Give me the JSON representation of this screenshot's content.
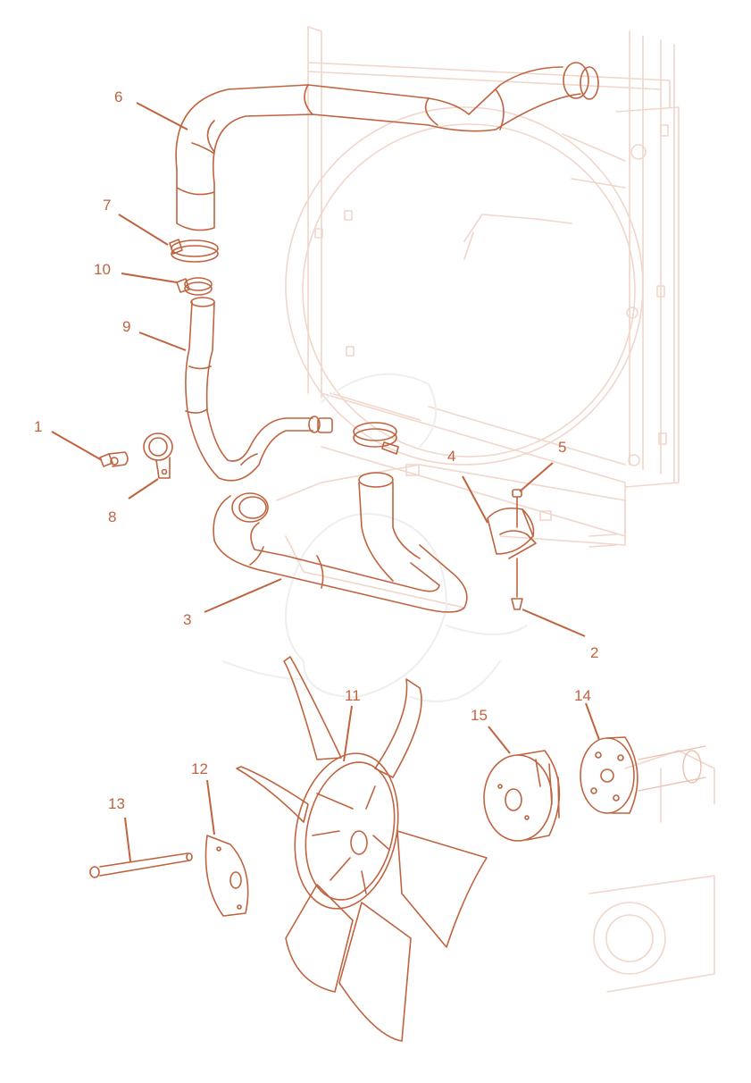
{
  "diagram": {
    "colors": {
      "line": "#c0633f",
      "faint": "#e9c2b2",
      "background_parts": "#f1d6ca",
      "watermark": "#eeeeee"
    },
    "callouts": [
      {
        "id": "1",
        "text": "1",
        "part": "clip"
      },
      {
        "id": "2",
        "text": "2",
        "part": "nut"
      },
      {
        "id": "3",
        "text": "3",
        "part": "lower-hose"
      },
      {
        "id": "4",
        "text": "4",
        "part": "bracket"
      },
      {
        "id": "5",
        "text": "5",
        "part": "bolt"
      },
      {
        "id": "6",
        "text": "6",
        "part": "upper-hose"
      },
      {
        "id": "7",
        "text": "7",
        "part": "hose-clamp"
      },
      {
        "id": "8",
        "text": "8",
        "part": "p-clip"
      },
      {
        "id": "9",
        "text": "9",
        "part": "small-hose"
      },
      {
        "id": "10",
        "text": "10",
        "part": "small-clamp"
      },
      {
        "id": "11",
        "text": "11",
        "part": "fan"
      },
      {
        "id": "12",
        "text": "12",
        "part": "spacer-plate"
      },
      {
        "id": "13",
        "text": "13",
        "part": "fan-bolt"
      },
      {
        "id": "14",
        "text": "14",
        "part": "pulley-hub"
      },
      {
        "id": "15",
        "text": "15",
        "part": "fan-spacer"
      }
    ]
  }
}
